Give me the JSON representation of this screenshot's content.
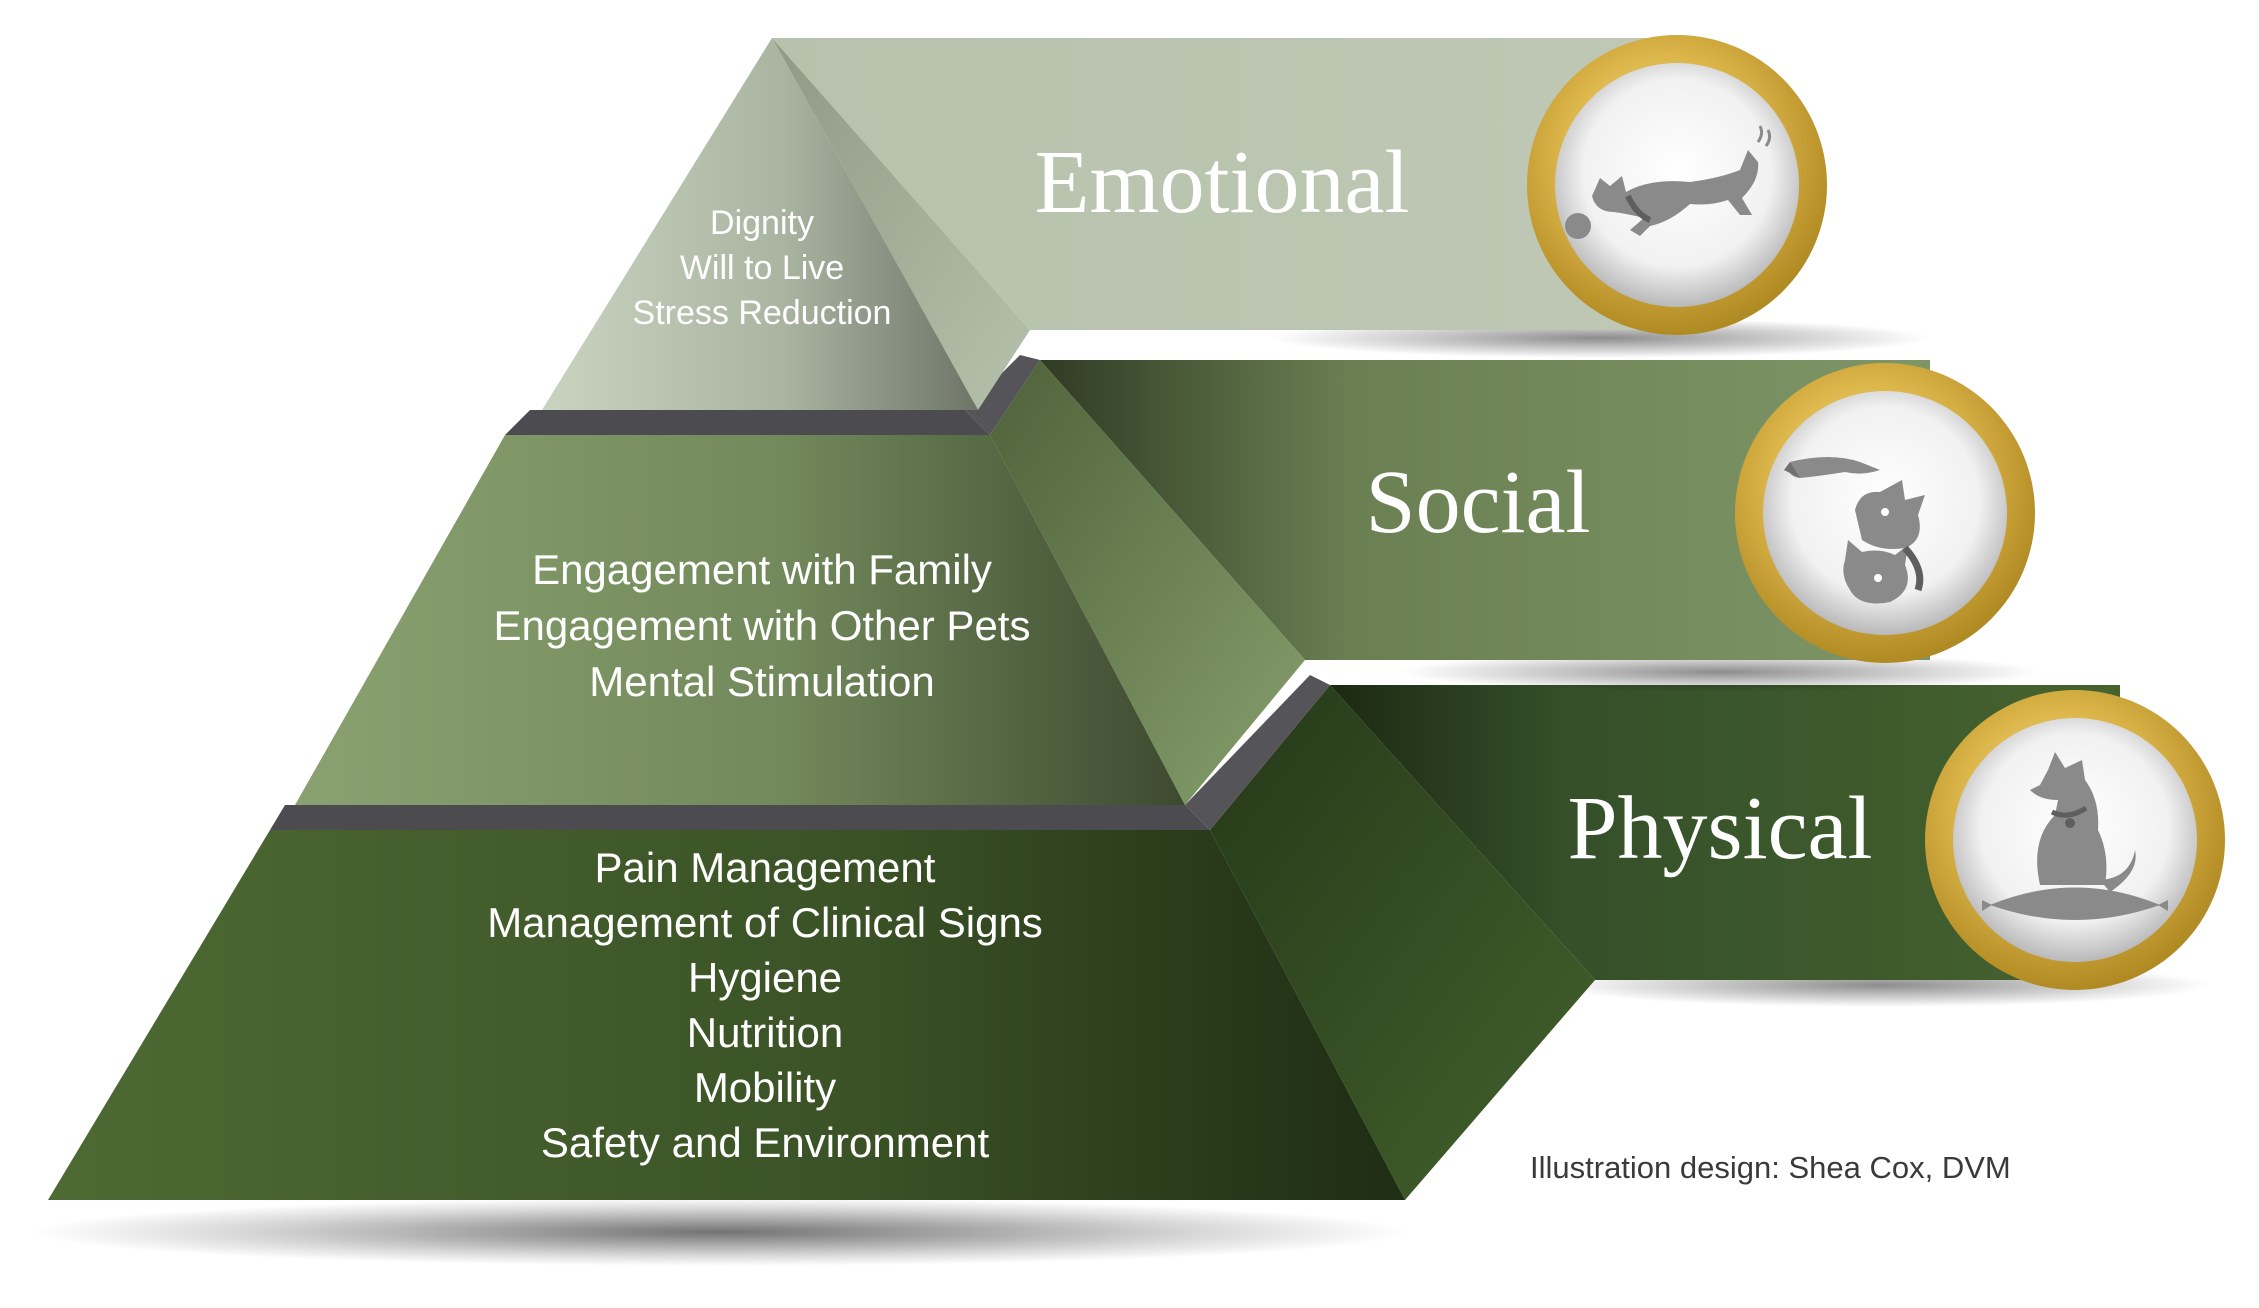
{
  "tiers": [
    {
      "id": "emotional",
      "label": "Emotional",
      "items": [
        "Dignity",
        "Will to Live",
        "Stress Reduction"
      ],
      "icon": "jumping-dog-with-ball-icon"
    },
    {
      "id": "social",
      "label": "Social",
      "items": [
        "Engagement with Family",
        "Engagement with Other Pets",
        "Mental Stimulation"
      ],
      "icon": "hand-petting-dog-and-cat-icon"
    },
    {
      "id": "physical",
      "label": "Physical",
      "items": [
        "Pain Management",
        "Management of Clinical Signs",
        "Hygiene",
        "Nutrition",
        "Mobility",
        "Safety and Environment"
      ],
      "icon": "dog-sitting-on-cushion-icon"
    }
  ],
  "credit": "Illustration design: Shea Cox, DVM",
  "colors": {
    "emotional": "#b8c3ae",
    "social": "#7d9465",
    "physical": "#3f5a2a",
    "gold_ring": "#d4aa3a",
    "divider": "#4a4a4e"
  }
}
